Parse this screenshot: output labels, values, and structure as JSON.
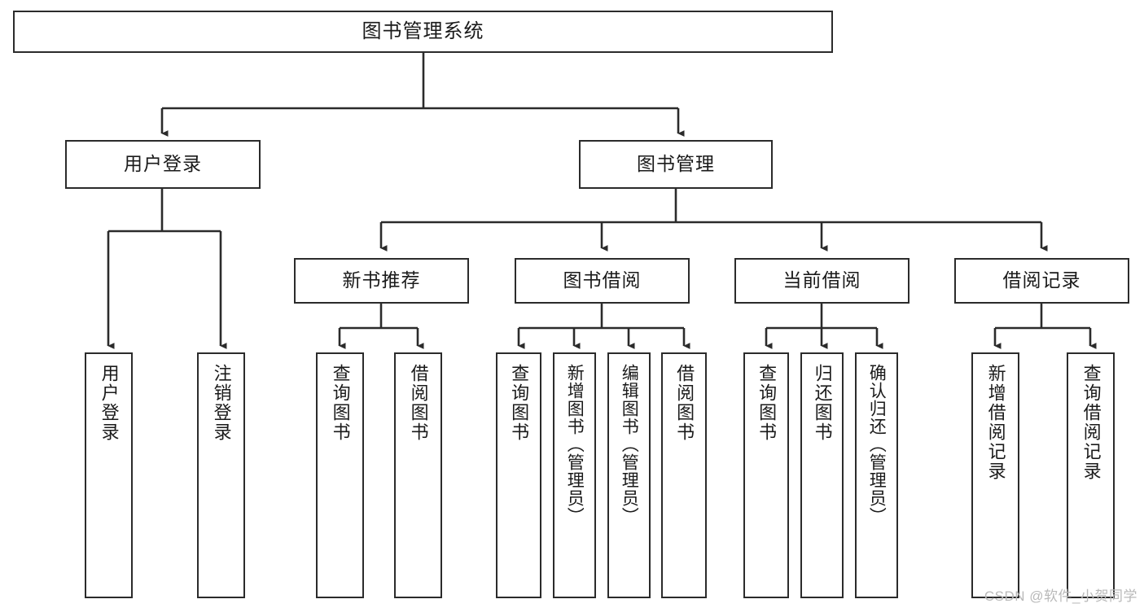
{
  "diagram": {
    "title": "图书管理系统",
    "watermark": "CSDN @软件_小贺同学",
    "line_color": "#2b2b2b",
    "box_fill": "#ffffff",
    "text_color": "#1a1a1a",
    "watermark_color": "#b9b9b9"
  },
  "nodes": {
    "root": {
      "label": "图书管理系统"
    },
    "level2": [
      {
        "label": "用户登录"
      },
      {
        "label": "图书管理"
      }
    ],
    "level3": [
      {
        "label": "新书推荐"
      },
      {
        "label": "图书借阅"
      },
      {
        "label": "当前借阅"
      },
      {
        "label": "借阅记录"
      }
    ],
    "leaves": {
      "user_login": [
        {
          "label": "用户登录"
        },
        {
          "label": "注销登录"
        }
      ],
      "new_book_recommend": [
        {
          "label": "查询图书"
        },
        {
          "label": "借阅图书"
        }
      ],
      "book_borrow": [
        {
          "label": "查询图书"
        },
        {
          "label": "新增图书（管理员）"
        },
        {
          "label": "编辑图书（管理员）"
        },
        {
          "label": "借阅图书"
        }
      ],
      "current_borrow": [
        {
          "label": "查询图书"
        },
        {
          "label": "归还图书"
        },
        {
          "label": "确认归还（管理员）"
        }
      ],
      "borrow_record": [
        {
          "label": "新增借阅记录"
        },
        {
          "label": "查询借阅记录"
        }
      ]
    }
  }
}
